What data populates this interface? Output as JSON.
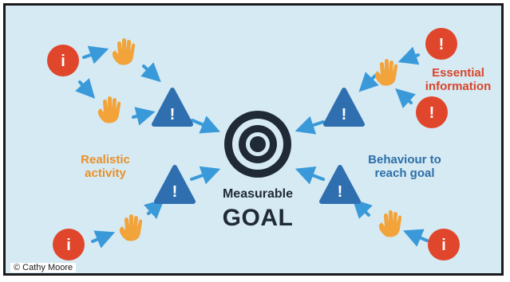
{
  "labels": {
    "realistic_activity_1": "Realistic",
    "realistic_activity_2": "activity",
    "behaviour_1": "Behaviour to",
    "behaviour_2": "reach goal",
    "essential_1": "Essential",
    "essential_2": "information",
    "measurable": "Measurable",
    "goal": "GOAL",
    "info_glyph": "i",
    "warning_glyph": "!",
    "credit": "© Cathy Moore"
  },
  "colors": {
    "background": "#d6eaf3",
    "info_red": "#e0462b",
    "warning_blue": "#2f6fb0",
    "hand_orange": "#f2a33a",
    "arrow_blue": "#3a9ad9",
    "target_dark": "#1f2a36",
    "orange_text": "#e8902a",
    "blue_text": "#2c6fa8",
    "red_text": "#d9452b"
  },
  "icons": {
    "info": "info-icon",
    "hand": "raised-hand-icon",
    "warning": "warning-triangle-icon",
    "target": "target-icon",
    "arrow": "arrow-icon"
  }
}
